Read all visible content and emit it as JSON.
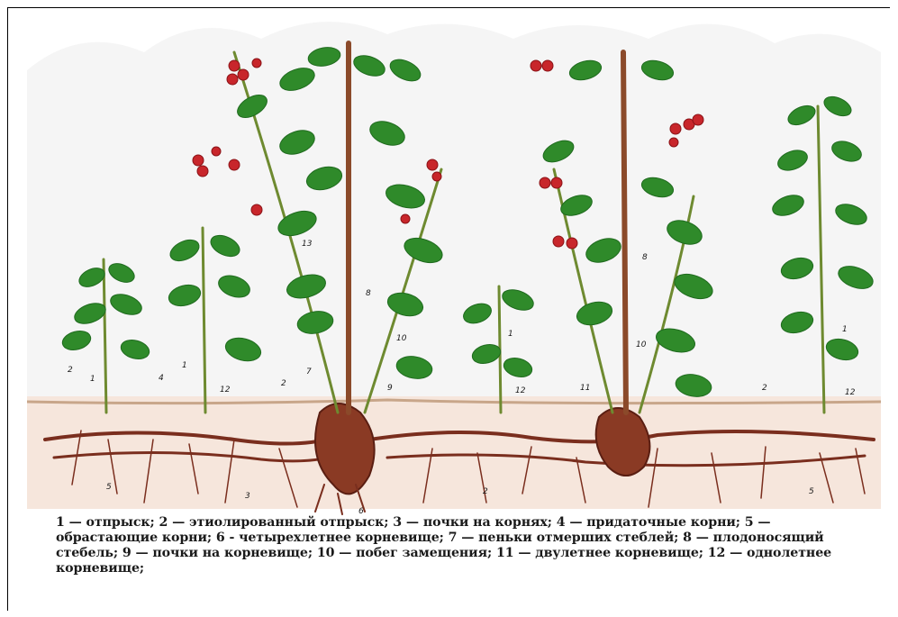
{
  "caption": "1 — отпрыск; 2 — этиолированный отпрыск; 3 — почки на корнях; 4 — придаточные корни; 5 — обрастающие корни; 6 - четырехлетнее корневище; 7 — пеньки отмерших стеблей; 8 — плодоносящий стебель; 9 — почки на корневище; 10 — побег замещения; 11 — двулетнее корневище; 12 — однолетнее корневище;",
  "labels": {
    "n1": "1",
    "n2": "2",
    "n3": "3",
    "n4": "4",
    "n5": "5",
    "n6": "6",
    "n7": "7",
    "n8": "8",
    "n9": "9",
    "n10": "10",
    "n11": "11",
    "n12": "12",
    "n13": "13"
  },
  "colors": {
    "leaf": "#2f8a2a",
    "leaf_dark": "#1f6a1e",
    "stem": "#8a5a2b",
    "cane": "#8b4a2a",
    "berry": "#c8262b",
    "root": "#7a2e1e",
    "soil": "#f2e0d6",
    "sky": "#f6f6f6"
  }
}
